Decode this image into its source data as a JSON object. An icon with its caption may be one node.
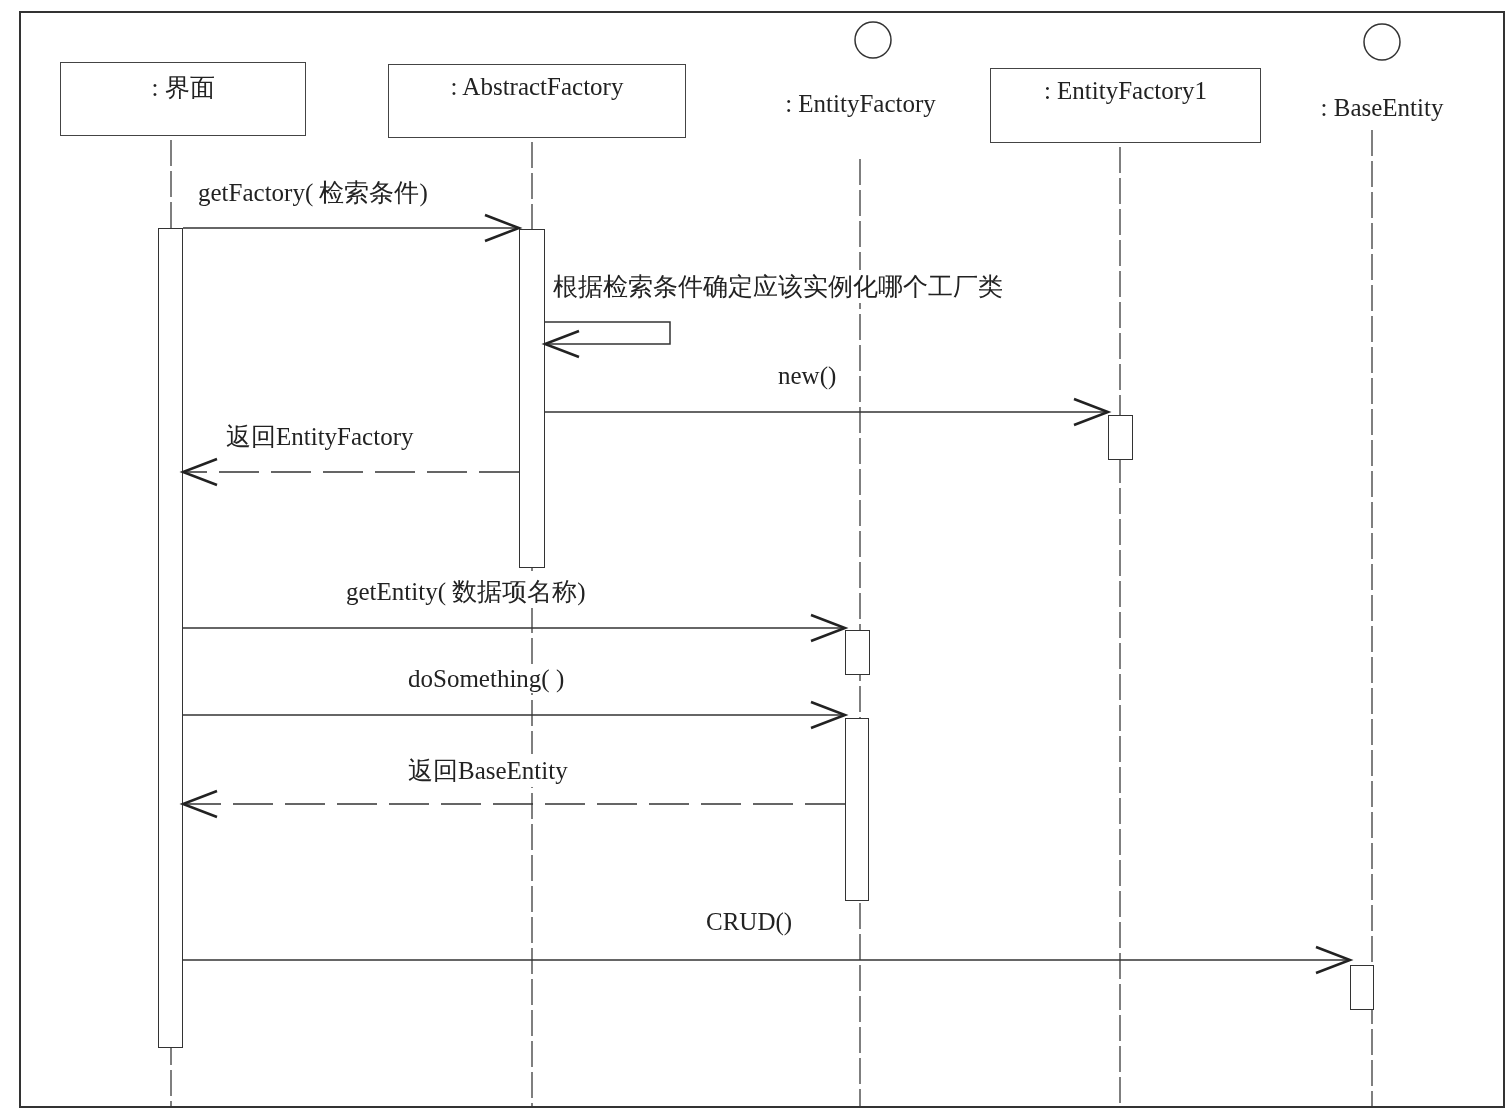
{
  "diagram": {
    "nodes": [
      {
        "text": [
          ": 界面"
        ]
      },
      {
        "text": [
          ": AbstractFactory"
        ]
      },
      {
        "text": [
          ": EntityFactory"
        ]
      },
      {
        "text": [
          ": EntityFactory1"
        ]
      },
      {
        "text": [
          ": BaseEntity"
        ]
      },
      {
        "text": [],
        "shape": "bar"
      },
      {
        "text": [],
        "shape": "bar"
      },
      {
        "text": [],
        "shape": "bar"
      },
      {
        "text": [],
        "shape": "bar"
      },
      {
        "text": [],
        "shape": "bar"
      },
      {
        "text": [],
        "shape": "bar"
      }
    ],
    "edges": [
      {
        "from": 5,
        "to": 6,
        "arrow": "to",
        "label": "getFactory( 检索条件)"
      },
      {
        "from": 6,
        "to": 6,
        "arrow": "to",
        "label": "根据检索条件确定应该实例化哪个工厂类"
      },
      {
        "from": 6,
        "to": 7,
        "arrow": "to",
        "label": "new()"
      },
      {
        "from": 6,
        "to": 5,
        "arrow": "to",
        "style": "dashed",
        "label": "返回EntityFactory"
      },
      {
        "from": 5,
        "to": 8,
        "arrow": "to",
        "label": "getEntity( 数据项名称)"
      },
      {
        "from": 5,
        "to": 9,
        "arrow": "to",
        "label": "doSomething( )"
      },
      {
        "from": 9,
        "to": 5,
        "arrow": "to",
        "style": "dashed",
        "label": "返回BaseEntity"
      },
      {
        "from": 5,
        "to": 10,
        "arrow": "to",
        "label": "CRUD()"
      }
    ]
  }
}
